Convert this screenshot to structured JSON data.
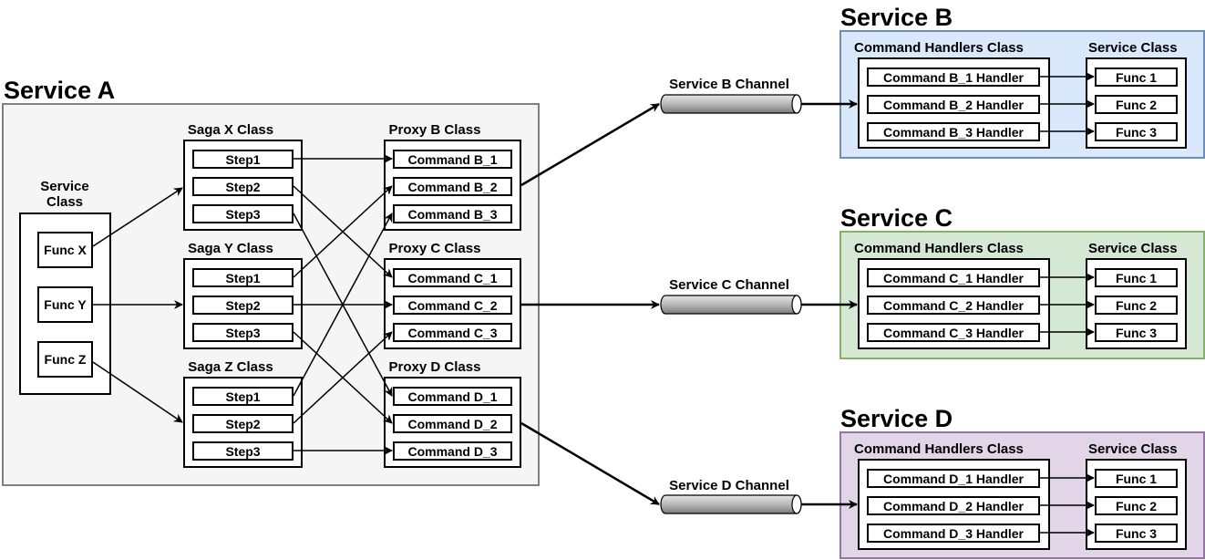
{
  "service_a": {
    "title": "Service A",
    "service_class": {
      "label": "Service\nClass",
      "funcs": [
        "Func X",
        "Func Y",
        "Func Z"
      ]
    },
    "sagas": [
      {
        "label": "Saga X Class",
        "steps": [
          "Step1",
          "Step2",
          "Step3"
        ]
      },
      {
        "label": "Saga Y Class",
        "steps": [
          "Step1",
          "Step2",
          "Step3"
        ]
      },
      {
        "label": "Saga Z Class",
        "steps": [
          "Step1",
          "Step2",
          "Step3"
        ]
      }
    ],
    "proxies": [
      {
        "label": "Proxy B Class",
        "commands": [
          "Command B_1",
          "Command B_2",
          "Command B_3"
        ]
      },
      {
        "label": "Proxy C Class",
        "commands": [
          "Command C_1",
          "Command C_2",
          "Command C_3"
        ]
      },
      {
        "label": "Proxy D Class",
        "commands": [
          "Command D_1",
          "Command D_2",
          "Command D_3"
        ]
      }
    ]
  },
  "channels": [
    "Service B Channel",
    "Service C Channel",
    "Service D Channel"
  ],
  "services": [
    {
      "title": "Service B",
      "handlers_label": "Command Handlers Class",
      "service_class_label": "Service Class",
      "handlers": [
        "Command B_1 Handler",
        "Command B_2 Handler",
        "Command B_3 Handler"
      ],
      "funcs": [
        "Func 1",
        "Func 2",
        "Func 3"
      ]
    },
    {
      "title": "Service C",
      "handlers_label": "Command Handlers Class",
      "service_class_label": "Service Class",
      "handlers": [
        "Command C_1 Handler",
        "Command C_2 Handler",
        "Command C_3 Handler"
      ],
      "funcs": [
        "Func 1",
        "Func 2",
        "Func 3"
      ]
    },
    {
      "title": "Service D",
      "handlers_label": "Command Handlers Class",
      "service_class_label": "Service Class",
      "handlers": [
        "Command D_1 Handler",
        "Command D_2 Handler",
        "Command D_3 Handler"
      ],
      "funcs": [
        "Func 1",
        "Func 2",
        "Func 3"
      ]
    }
  ],
  "colors": {
    "service_a_fill": "#f5f5f5",
    "service_b_fill": "#dae8fc",
    "service_c_fill": "#d5e8d4",
    "service_d_fill": "#e1d5e7"
  }
}
